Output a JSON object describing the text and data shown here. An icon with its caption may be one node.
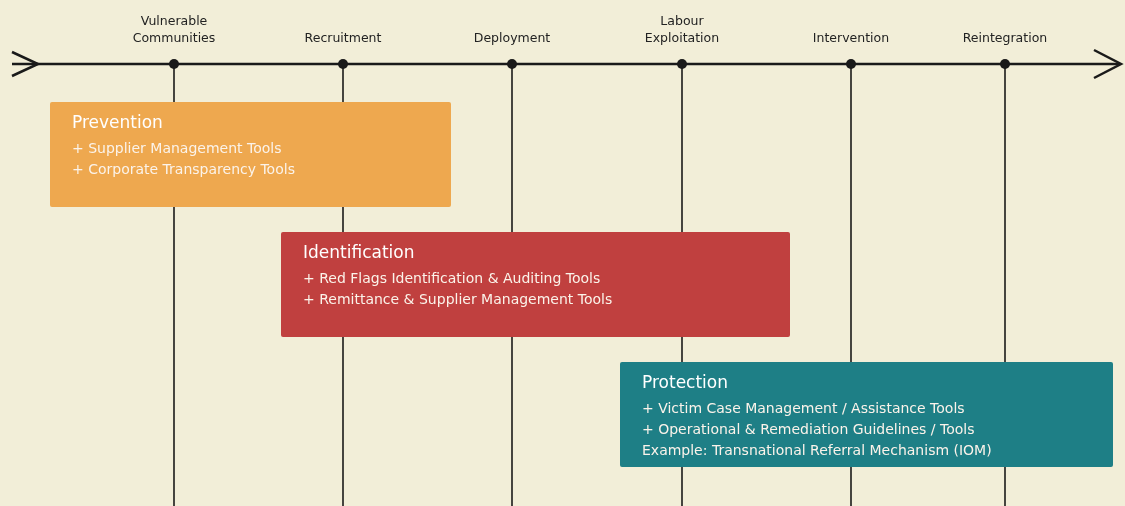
{
  "diagram": {
    "nodes": [
      {
        "text": [
          "Prevention",
          "+ Supplier Management Tools",
          "+ Corporate Transparency Tools"
        ]
      },
      {
        "text": [
          "Identification",
          "+ Red Flags Identification & Auditing Tools",
          "+ Remittance & Supplier Management Tools"
        ]
      },
      {
        "text": [
          "Protection",
          "+ Victim Case Management / Assistance Tools",
          "+ Operational & Remediation Guidelines / Tools",
          "Example: Transnational Referral Mechanism (IOM)"
        ]
      }
    ],
    "labels": [
      "Vulnerable Communities",
      "Recruitment",
      "Deployment",
      "Labour Exploitation",
      "Intervention",
      "Reintegration"
    ]
  }
}
